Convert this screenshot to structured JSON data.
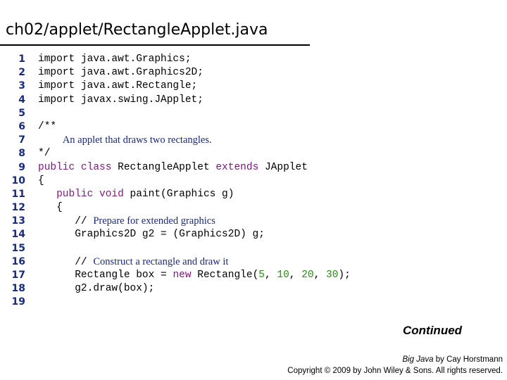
{
  "slide": {
    "title": "ch02/applet/RectangleApplet.java",
    "continued": "Continued",
    "footer_book": "Big Java",
    "footer_author": " by Cay Horstmann",
    "footer_copyright": "Copyright © 2009 by John Wiley & Sons.  All rights reserved."
  },
  "code": {
    "line_numbers": [
      "1",
      "2",
      "3",
      "4",
      "5",
      "6",
      "7",
      "8",
      "9",
      "10",
      "11",
      "12",
      "13",
      "14",
      "15",
      "16",
      "17",
      "18",
      "19"
    ],
    "l1": "import java.awt.Graphics;",
    "l2": "import java.awt.Graphics2D;",
    "l3": "import java.awt.Rectangle;",
    "l4": "import javax.swing.JApplet;",
    "l6": "/**",
    "l7": "An applet that draws two rectangles.",
    "l8": "*/",
    "l9_kw": "public class",
    "l9_name": " RectangleApplet ",
    "l9_ext": "extends",
    "l9_super": " JApplet",
    "l10": "{",
    "l11_kw": "public void",
    "l11_rest": " paint(Graphics g)",
    "l12": "{",
    "l13_slash": "// ",
    "l13_text": "Prepare for extended graphics",
    "l14": "Graphics2D g2 = (Graphics2D) g;",
    "l16_slash": "// ",
    "l16_text": "Construct a rectangle and draw it",
    "l17_a": "Rectangle box = ",
    "l17_new": "new",
    "l17_b": " Rectangle(",
    "l17_n1": "5",
    "l17_c1": ", ",
    "l17_n2": "10",
    "l17_c2": ", ",
    "l17_n3": "20",
    "l17_c3": ", ",
    "l17_n4": "30",
    "l17_end": ");",
    "l18": "g2.draw(box);"
  },
  "colors": {
    "line_numbers": "#1a2a7a",
    "keyword": "#7a1a7a",
    "number": "#2d8a1a",
    "comment_text": "#1a2a7a"
  }
}
